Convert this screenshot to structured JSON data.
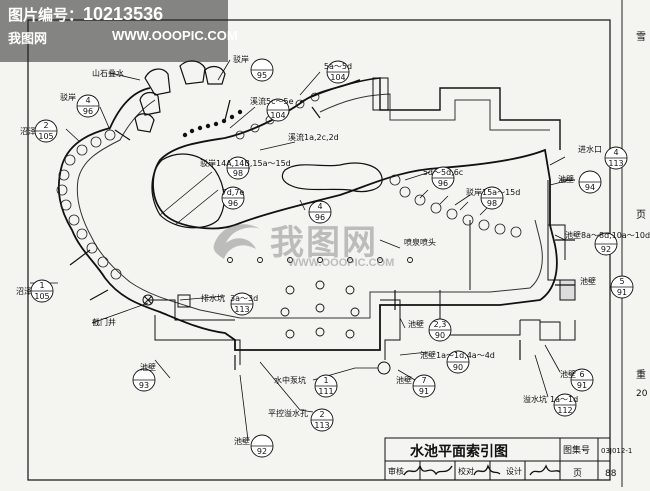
{
  "watermark": {
    "line1_label": "图片编号：",
    "line1_number": "10213536",
    "line2_site": "我图网",
    "line2_url": "WWW.OOOPIC.COM",
    "center_big": "我图网",
    "center_url": "WWW.OOOPIC.COM"
  },
  "labels": {
    "rock_water": "山石叠水",
    "bank_left": "驳岸",
    "swamp1": "沼泽",
    "swamp2": "沼泽",
    "bank_top": "驳岸",
    "stream1": "溪流5c～5e",
    "stream2": "溪流1a,2c,2d",
    "bank_mid": "驳岸14A,14B,15a～15d",
    "inlet": "进水口",
    "pool_wall_r1": "池壁",
    "spring": "喷泉喷头",
    "bank_right": "驳岸15a～15d",
    "pool_wall_r2": "池壁8a～8d,10a～10d",
    "pool_wall_r3": "池壁",
    "drain": "排水坑",
    "drain_codes": "3a～3d",
    "gate_well": "截门井",
    "pool_wall_mid": "池壁",
    "pool_wall_l": "池壁",
    "pump_pit": "水中泵坑",
    "pool_wall_b": "池壁",
    "pool_wall_b2": "池壁1a～1d,4a～4d",
    "overflow": "平控溢水孔",
    "pool_wall_bl": "池壁",
    "sump": "溢水坑",
    "sump_codes": "1a～1d",
    "pool_wall_rb": "池壁"
  },
  "callouts": [
    {
      "top": "4",
      "bottom": "96"
    },
    {
      "top": "2",
      "bottom": "105"
    },
    {
      "top": "",
      "bottom": "95"
    },
    {
      "top": "5a～5d",
      "bottom": "104"
    },
    {
      "top": "",
      "bottom": "104"
    },
    {
      "top": "",
      "bottom": "98"
    },
    {
      "top": "7d,7e",
      "bottom": "96"
    },
    {
      "top": "4",
      "bottom": "96"
    },
    {
      "top": "5d～5d,6c",
      "bottom": "96"
    },
    {
      "top": "",
      "bottom": "98"
    },
    {
      "top": "4",
      "bottom": "113"
    },
    {
      "top": "",
      "bottom": "94"
    },
    {
      "top": "",
      "bottom": "92"
    },
    {
      "top": "5",
      "bottom": "91"
    },
    {
      "top": "1",
      "bottom": "105"
    },
    {
      "top": "",
      "bottom": "113"
    },
    {
      "top": "2,3",
      "bottom": "90"
    },
    {
      "top": "",
      "bottom": "93"
    },
    {
      "top": "",
      "bottom": "90"
    },
    {
      "top": "1",
      "bottom": "111"
    },
    {
      "top": "7",
      "bottom": "91"
    },
    {
      "top": "2",
      "bottom": "113"
    },
    {
      "top": "6",
      "bottom": "91"
    },
    {
      "top": "",
      "bottom": "112"
    },
    {
      "top": "",
      "bottom": "92"
    }
  ],
  "title_block": {
    "title": "水池平面索引图",
    "atlas_label": "图集号",
    "atlas_no": "03J012-1",
    "page_label": "页",
    "page_no": "88",
    "review_label": "审核",
    "check_label": "校对",
    "design_label": "设计"
  },
  "right_strip": {
    "top_char": "雪",
    "mid_char": "页",
    "bottom_char": "重",
    "bottom_note": "20"
  }
}
